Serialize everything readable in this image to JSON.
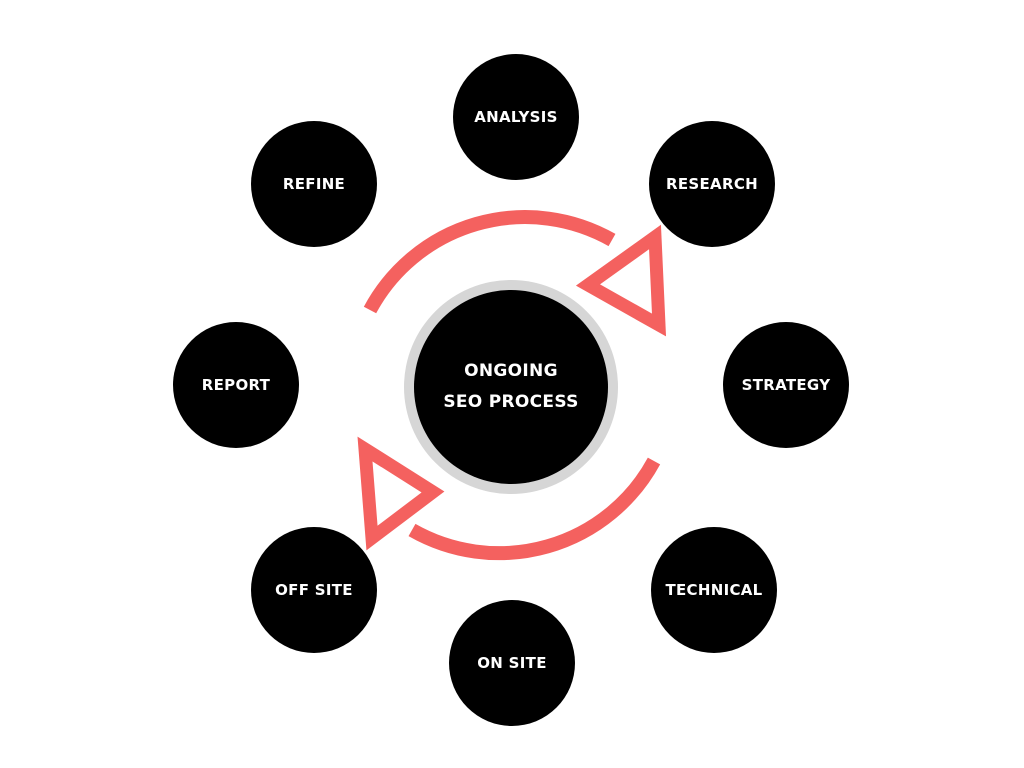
{
  "colors": {
    "node_fill": "#000000",
    "node_text": "#ffffff",
    "center_ring": "#d6d6d6",
    "arrow": "#f4615f"
  },
  "center": {
    "line1": "ONGOING",
    "line2": "SEO PROCESS"
  },
  "steps": [
    {
      "label": "ANALYSIS"
    },
    {
      "label": "RESEARCH"
    },
    {
      "label": "STRATEGY"
    },
    {
      "label": "TECHNICAL"
    },
    {
      "label": "ON SITE"
    },
    {
      "label": "OFF SITE"
    },
    {
      "label": "REPORT"
    },
    {
      "label": "REFINE"
    }
  ]
}
